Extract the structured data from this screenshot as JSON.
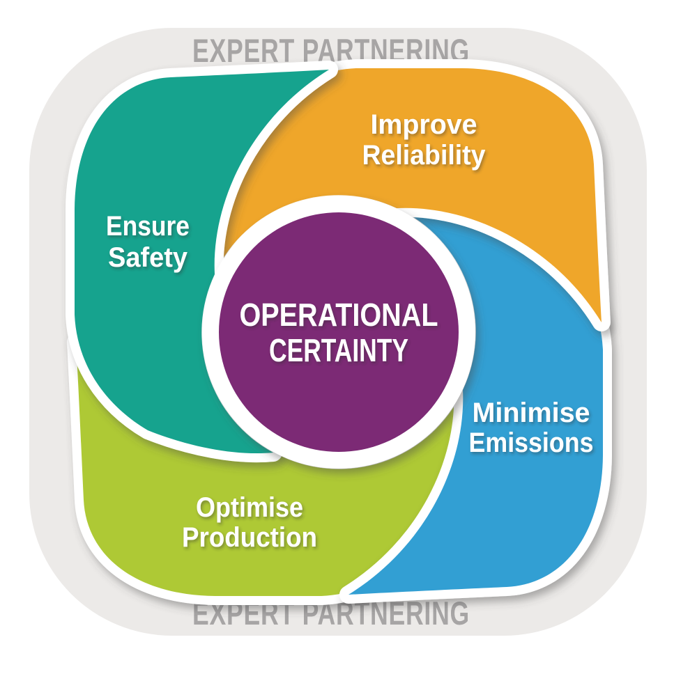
{
  "banner": {
    "top": "EXPERT PARTNERING",
    "bottom": "EXPERT PARTNERING",
    "color": "#A7A5A5"
  },
  "center": {
    "line1": "OPERATIONAL",
    "line2": "CERTAINTY",
    "color": "#7B2B74",
    "text_color": "#FFFFFF"
  },
  "blades": [
    {
      "name": "Ensure Safety",
      "line1": "Ensure",
      "line2": "Safety",
      "color": "#18A38E"
    },
    {
      "name": "Improve Reliability",
      "line1": "Improve",
      "line2": "Reliability",
      "color": "#EFA62B"
    },
    {
      "name": "Minimise Emissions",
      "line1": "Minimise",
      "line2": "Emissions",
      "color": "#339FD3"
    },
    {
      "name": "Optimise Production",
      "line1": "Optimise",
      "line2": "Production",
      "color": "#AEC935"
    }
  ],
  "background": {
    "panel_color": "#ECEAE8",
    "page_color": "#FFFFFF",
    "gap_color": "#FFFFFF"
  }
}
